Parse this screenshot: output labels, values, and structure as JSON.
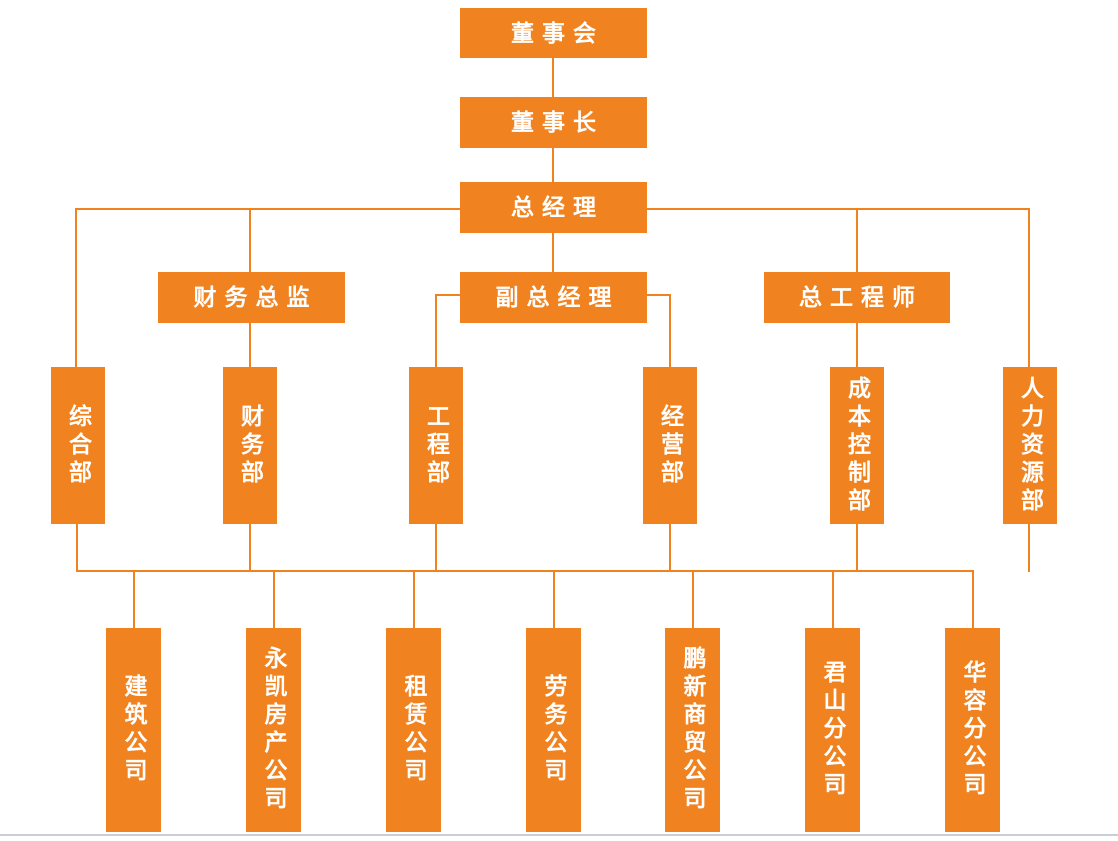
{
  "page": {
    "background_color": "#FFFFFF",
    "accent_color": "#F0821F",
    "node_text_color": "#FFFFFF",
    "window_edge_color": "#C9CED6"
  },
  "org_chart": {
    "type": "org-hierarchy-diagram",
    "top_nodes": [
      {
        "label": "董事会"
      },
      {
        "label": "董事长"
      },
      {
        "label": "总经理"
      }
    ],
    "manager_nodes": [
      {
        "label": "财务总监"
      },
      {
        "label": "副总经理"
      },
      {
        "label": "总工程师"
      }
    ],
    "department_nodes": [
      {
        "label": "综合部"
      },
      {
        "label": "财务部"
      },
      {
        "label": "工程部"
      },
      {
        "label": "经营部"
      },
      {
        "label": "成本控制部"
      },
      {
        "label": "人力资源部"
      }
    ],
    "company_nodes": [
      {
        "label": "建筑公司"
      },
      {
        "label": "永凯房产公司"
      },
      {
        "label": "租赁公司"
      },
      {
        "label": "劳务公司"
      },
      {
        "label": "鹏新商贸公司"
      },
      {
        "label": "君山分公司"
      },
      {
        "label": "华容分公司"
      }
    ],
    "hierarchy": {
      "董事会": [
        "董事长"
      ],
      "董事长": [
        "总经理"
      ],
      "总经理": [
        "财务总监",
        "副总经理",
        "总工程师",
        "综合部",
        "人力资源部"
      ],
      "财务总监": [
        "财务部"
      ],
      "副总经理": [
        "工程部",
        "经营部"
      ],
      "总工程师": [
        "成本控制部"
      ],
      "departments_to_companies_bus": [
        "建筑公司",
        "永凯房产公司",
        "租赁公司",
        "劳务公司",
        "鹏新商贸公司",
        "君山分公司",
        "华容分公司"
      ]
    }
  }
}
